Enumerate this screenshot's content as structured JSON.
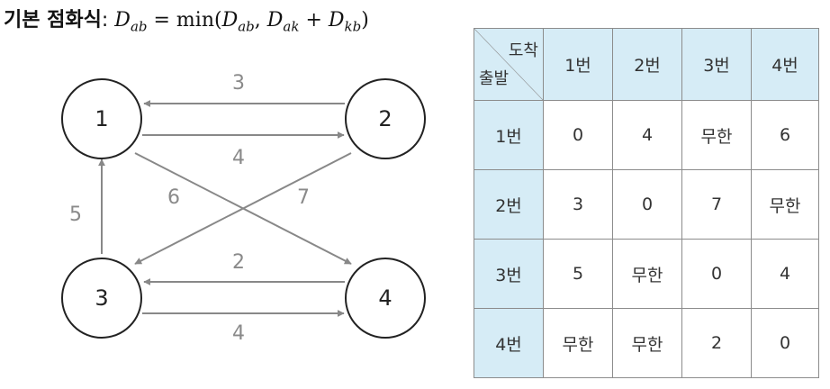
{
  "formula": {
    "label": "기본 점화식",
    "colon": ":",
    "lhs_symbol": "D",
    "lhs_sub": "ab",
    "equals": "=",
    "min_text": "min(",
    "arg1_symbol": "D",
    "arg1_sub": "ab",
    "comma": ",",
    "arg2_symbol": "D",
    "arg2_sub": "ak",
    "plus": "+",
    "arg3_symbol": "D",
    "arg3_sub": "kb",
    "close": ")"
  },
  "graph": {
    "nodes": [
      "1",
      "2",
      "3",
      "4"
    ],
    "edge_weights": {
      "e2_1": "3",
      "e1_2": "4",
      "e3_1": "5",
      "e1_4": "6",
      "e2_3": "7",
      "e4_3": "2",
      "e3_4": "4"
    },
    "colors": {
      "edge": "#888888",
      "node_border": "#222222",
      "weight_text": "#8a8a8a"
    }
  },
  "table": {
    "corner_top": "도착",
    "corner_bottom": "출발",
    "col_headers": [
      "1번",
      "2번",
      "3번",
      "4번"
    ],
    "rows": [
      {
        "header": "1번",
        "cells": [
          "0",
          "4",
          "무한",
          "6"
        ]
      },
      {
        "header": "2번",
        "cells": [
          "3",
          "0",
          "7",
          "무한"
        ]
      },
      {
        "header": "3번",
        "cells": [
          "5",
          "무한",
          "0",
          "4"
        ]
      },
      {
        "header": "4번",
        "cells": [
          "무한",
          "무한",
          "2",
          "0"
        ]
      }
    ],
    "colors": {
      "header_bg": "#d6ecf6",
      "border": "#8c8c8c"
    }
  }
}
